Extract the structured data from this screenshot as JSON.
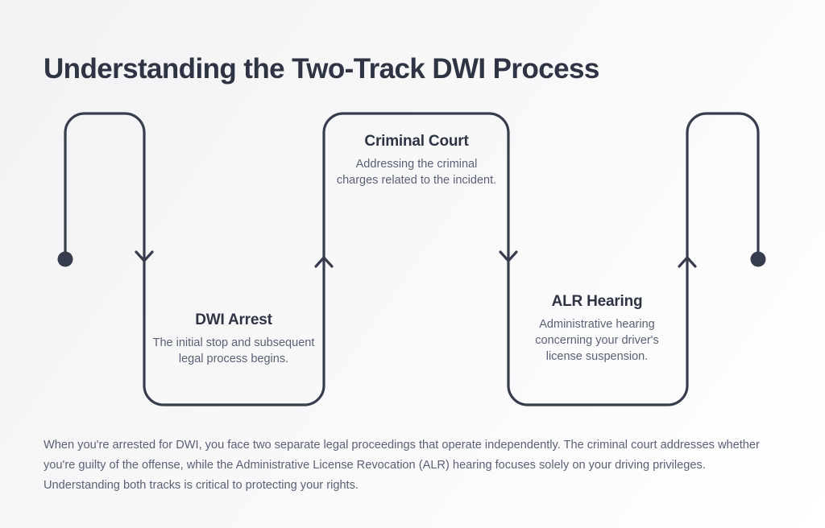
{
  "header": {
    "title": "Understanding the Two-Track DWI Process"
  },
  "diagram": {
    "type": "two-track-flow",
    "stroke_color": "#373d4d",
    "title_color": "#2e3443",
    "description_color": "#5a6175",
    "background_gradient": [
      "#f2f2f4",
      "#ffffff"
    ],
    "start_marker": "filled-dot",
    "end_marker": "filled-dot",
    "nodes": [
      {
        "id": "criminal-court",
        "title": "Criminal Court",
        "description": "Addressing the criminal charges related to the incident.",
        "track": "upper"
      },
      {
        "id": "dwi-arrest",
        "title": "DWI Arrest",
        "description": "The initial stop and subsequent legal process begins.",
        "track": "lower"
      },
      {
        "id": "alr-hearing",
        "title": "ALR Hearing",
        "description": "Administrative hearing concerning your driver's license suspension.",
        "track": "lower"
      }
    ]
  },
  "footer": {
    "note": "When you're arrested for DWI, you face two separate legal proceedings that operate independently. The criminal court addresses whether you're guilty of the offense, while the Administrative License Revocation (ALR) hearing focuses solely on your driving privileges. Understanding both tracks is critical to protecting your rights."
  }
}
